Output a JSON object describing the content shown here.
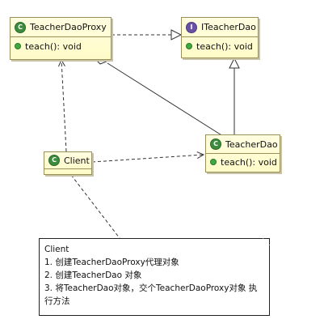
{
  "diagram": {
    "classes": {
      "proxy": {
        "name": "TeacherDaoProxy",
        "stereotype_icon": "C",
        "operation": "teach(): void"
      },
      "iface": {
        "name": "ITeacherDao",
        "stereotype_icon": "I",
        "operation": "teach(): void"
      },
      "dao": {
        "name": "TeacherDao",
        "stereotype_icon": "C",
        "operation": "teach(): void"
      },
      "client": {
        "name": "Client",
        "stereotype_icon": "C"
      }
    },
    "note": {
      "lines": [
        "Client",
        "1. 创建TeacherDaoProxy代理对象",
        "2. 创建TeacherDao 对象",
        "3. 将TeacherDao对象，交个TeacherDaoProxy对象 执行方法"
      ]
    },
    "colors": {
      "class_fill": "#fffbc8",
      "class_border": "#9b8f5a",
      "class_icon": "#3d8b3d",
      "interface_icon": "#6a51a3",
      "line": "#333333"
    }
  }
}
